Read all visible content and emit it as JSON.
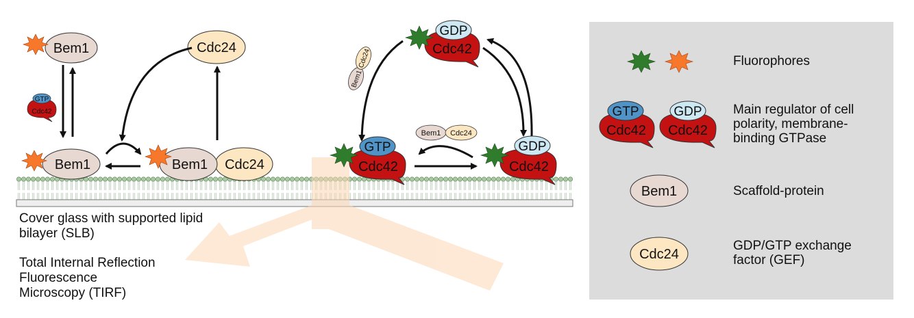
{
  "colors": {
    "bem1_fill": "#e8d8d2",
    "cdc24_fill": "#fde7c2",
    "cdc42_fill": "#c41212",
    "gtp_fill": "#4f93c7",
    "gdp_fill": "#cde7f3",
    "fluor_orange": "#f7782a",
    "fluor_green": "#2f7d2c",
    "legend_bg": "#dcdcdc",
    "tirf_arrow": "#fbd7b4",
    "lipid_head": "#a9c8a3"
  },
  "left_panel": {
    "top_bem1": "Bem1",
    "top_cdc24": "Cdc24",
    "side_gtp": "GTP",
    "side_cdc42": "Cdc42",
    "bottom_bem1": "Bem1",
    "complex_bem1": "Bem1",
    "complex_cdc24": "Cdc24"
  },
  "right_panel": {
    "top_gdp": "GDP",
    "top_cdc42": "Cdc42",
    "side_bem1": "Bem1",
    "side_cdc24": "Cdc24",
    "mid_bem1": "Bem1",
    "mid_cdc24": "Cdc24",
    "left_gtp": "GTP",
    "left_cdc42": "Cdc42",
    "right_gdp": "GDP",
    "right_cdc42": "Cdc42"
  },
  "captions": {
    "cover_glass": "Cover glass with supported lipid\nbilayer (SLB)",
    "tirf": "Total Internal Reflection\nFluorescence\nMicroscopy (TIRF)"
  },
  "legend": {
    "items": [
      {
        "icon": "fluorophore-icons",
        "text": "Fluorophores"
      },
      {
        "icon": "cdc42-icons",
        "gtp": "GTP",
        "gdp": "GDP",
        "cdc42": "Cdc42",
        "text": "Main regulator of cell\npolarity, membrane-\nbinding GTPase"
      },
      {
        "icon": "bem1-icon",
        "label": "Bem1",
        "text": "Scaffold-protein"
      },
      {
        "icon": "cdc24-icon",
        "label": "Cdc24",
        "text": "GDP/GTP exchange\nfactor (GEF)"
      }
    ]
  }
}
